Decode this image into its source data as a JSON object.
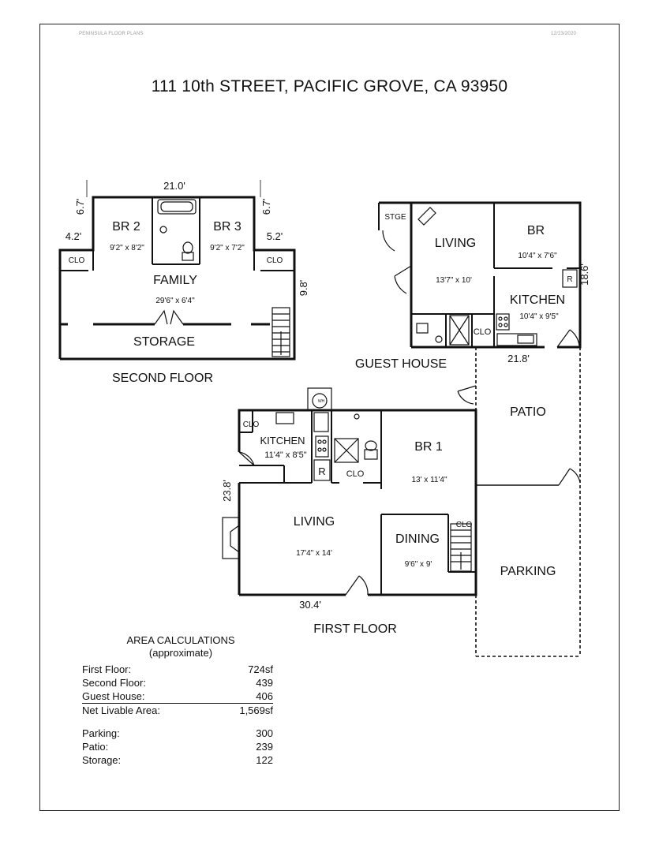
{
  "header": {
    "left": "PENINSULA FLOOR PLANS",
    "right": "12/23/2020"
  },
  "title": "111 10th STREET, PACIFIC GROVE, CA  93950",
  "second_floor": {
    "caption": "SECOND FLOOR",
    "rooms": {
      "br2": {
        "name": "BR 2",
        "size": "9'2\" x 8'2\""
      },
      "br3": {
        "name": "BR 3",
        "size": "9'2\" x 7'2\""
      },
      "family": {
        "name": "FAMILY",
        "size": "29'6\" x 6'4\""
      },
      "storage": {
        "name": "STORAGE"
      },
      "clo_left": "CLO",
      "clo_right": "CLO"
    },
    "dims": {
      "top": "21.0'",
      "left_upper": "6.7'",
      "left_lower": "4.2'",
      "right_upper": "6.7'",
      "right_lower": "5.2'",
      "right_side": "9.8'"
    }
  },
  "guest_house": {
    "caption": "GUEST HOUSE",
    "rooms": {
      "stge": "STGE",
      "living": {
        "name": "LIVING",
        "size": "13'7\" x 10'"
      },
      "br": {
        "name": "BR",
        "size": "10'4\" x 7'6\""
      },
      "kitchen": {
        "name": "KITCHEN",
        "size": "10'4\" x 9'5\""
      },
      "clo": "CLO",
      "fridge": "R"
    },
    "dims": {
      "right_side": "18.6'",
      "bottom": "21.8'"
    }
  },
  "first_floor": {
    "caption": "FIRST FLOOR",
    "rooms": {
      "kitchen": {
        "name": "KITCHEN",
        "size": "11'4\" x 8'5\""
      },
      "clo_kitchen": "CLO",
      "clo_bath": "CLO",
      "clo_dining": "CLO",
      "br1": {
        "name": "BR 1",
        "size": "13' x 11'4\""
      },
      "living": {
        "name": "LIVING",
        "size": "17'4\" x 14'"
      },
      "dining": {
        "name": "DINING",
        "size": "9'6\" x 9'"
      },
      "fridge": "R",
      "water_heater": "WH"
    },
    "dims": {
      "left_side": "23.8'",
      "bottom": "30.4'"
    }
  },
  "outdoor": {
    "patio": "PATIO",
    "parking": "PARKING"
  },
  "area_calculations": {
    "heading": "AREA CALCULATIONS",
    "subheading": "(approximate)",
    "rows": [
      {
        "label": "First  Floor:",
        "value": "724sf"
      },
      {
        "label": "Second Floor:",
        "value": "439"
      },
      {
        "label": "Guest House:",
        "value": "406"
      },
      {
        "label": "Net Livable Area:",
        "value": "1,569sf"
      }
    ],
    "extra_rows": [
      {
        "label": "Parking:",
        "value": "300"
      },
      {
        "label": "Patio:",
        "value": "239"
      },
      {
        "label": "Storage:",
        "value": "122"
      }
    ]
  }
}
